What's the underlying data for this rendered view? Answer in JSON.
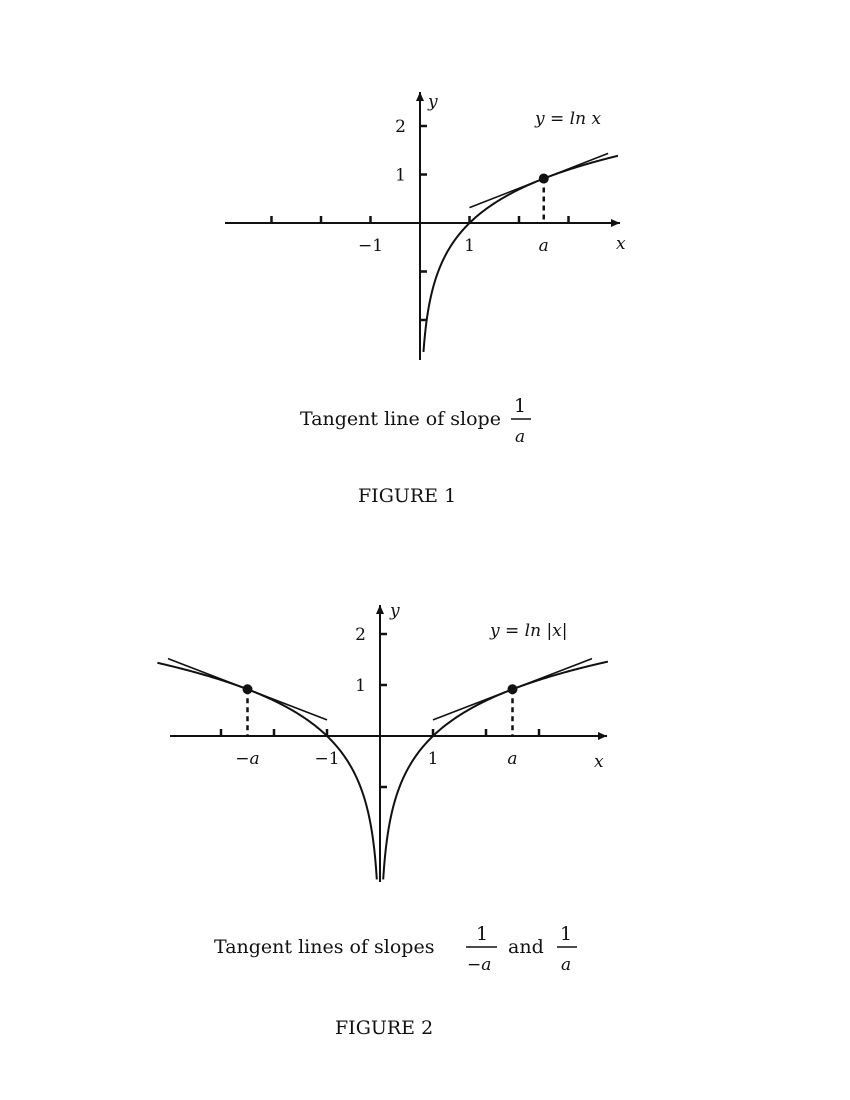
{
  "figure1": {
    "number_label": "FIGURE 1",
    "caption": {
      "text": "Tangent line of slope",
      "frac_num": "1",
      "frac_den": "a"
    }
  },
  "figure2": {
    "number_label": "FIGURE 2",
    "caption": {
      "text": "Tangent lines of slopes",
      "frac1_num": "1",
      "frac1_den": "−a",
      "and_word": "and",
      "frac2_num": "1",
      "frac2_den": "a"
    }
  },
  "chart_data": [
    {
      "type": "line",
      "title": "",
      "xlabel": "x",
      "ylabel": "y",
      "xlim": [
        -4,
        4
      ],
      "ylim": [
        -2.7,
        2.4
      ],
      "x_ticks": [
        -3,
        -2,
        -1,
        1,
        2,
        3
      ],
      "x_tick_labels": [
        {
          "x": -1,
          "label": "−1"
        },
        {
          "x": 1,
          "label": "1"
        },
        {
          "x": 2.5,
          "label": "a"
        }
      ],
      "y_ticks": [
        -2,
        -1,
        1,
        2
      ],
      "y_tick_labels": [
        {
          "y": 1,
          "label": "1"
        },
        {
          "y": 2,
          "label": "2"
        }
      ],
      "a": 2.5,
      "series": [
        {
          "name": "y = ln x",
          "function": "ln(x)",
          "domain": [
            0.07,
            4
          ]
        }
      ],
      "annotations": [
        {
          "type": "tangent_line",
          "at_x": 2.5,
          "slope_expr": "1/a",
          "x_range": [
            1,
            3.8
          ]
        },
        {
          "type": "point",
          "x": 2.5,
          "y": 0.92
        },
        {
          "type": "dashed_drop",
          "x": 2.5
        }
      ]
    },
    {
      "type": "line",
      "title": "",
      "xlabel": "x",
      "ylabel": "y",
      "xlim": [
        -4.1,
        4.3
      ],
      "ylim": [
        -2.9,
        2.4
      ],
      "x_ticks": [
        -3,
        -2,
        -1,
        1,
        2,
        3
      ],
      "x_tick_labels": [
        {
          "x": -2.5,
          "label": "−a"
        },
        {
          "x": -1,
          "label": "−1"
        },
        {
          "x": 1,
          "label": "1"
        },
        {
          "x": 2.5,
          "label": "a"
        }
      ],
      "y_ticks": [
        -1,
        1,
        2
      ],
      "y_tick_labels": [
        {
          "y": 1,
          "label": "1"
        },
        {
          "y": 2,
          "label": "2"
        }
      ],
      "a": 2.5,
      "series": [
        {
          "name": "y = ln |x|",
          "function": "ln(|x|)",
          "domain": [
            -4.2,
            4.3
          ]
        }
      ],
      "annotations": [
        {
          "type": "tangent_line",
          "at_x": -2.5,
          "slope_expr": "1/(−a)",
          "x_range": [
            -4,
            -1
          ]
        },
        {
          "type": "tangent_line",
          "at_x": 2.5,
          "slope_expr": "1/a",
          "x_range": [
            1,
            4
          ]
        },
        {
          "type": "point",
          "x": -2.5,
          "y": 0.92
        },
        {
          "type": "point",
          "x": 2.5,
          "y": 0.92
        },
        {
          "type": "dashed_drop",
          "x": -2.5
        },
        {
          "type": "dashed_drop",
          "x": 2.5
        }
      ]
    }
  ]
}
